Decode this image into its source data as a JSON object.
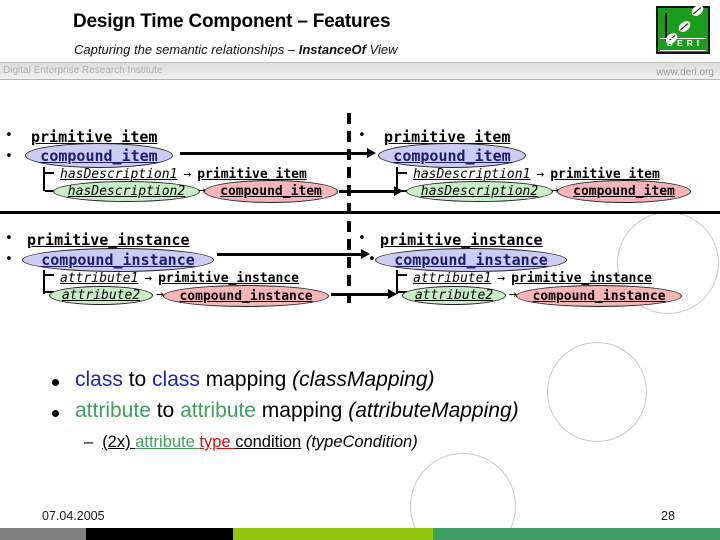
{
  "header": {
    "title": "Design Time Component – Features",
    "subtitle": {
      "prefix": "Capturing the semantic relationships – ",
      "emphasis": "InstanceOf",
      "suffix": " View"
    },
    "band": {
      "institute": "Digital Enterprise Research Institute",
      "website": "www.deri.org"
    },
    "logo_text": "DERI"
  },
  "diagram": {
    "bullet": "•",
    "arrow_glyph": "→",
    "schema": {
      "primitive": "primitive_item",
      "compound": "compound_item",
      "relation1": "hasDescription1",
      "relation2": "hasDescription2"
    },
    "instance": {
      "primitive": "primitive_instance",
      "compound": "compound_instance",
      "relation1": "attribute1",
      "relation2": "attribute2"
    }
  },
  "mappings": [
    {
      "term_a": "class",
      "connector": " to ",
      "term_b": "class",
      "rest": " mapping ",
      "paren": "(classMapping)"
    },
    {
      "term_a": "attribute",
      "connector": " to ",
      "term_b": "attribute",
      "rest": " mapping ",
      "paren": "(attributeMapping)"
    }
  ],
  "sub_bullet": {
    "dash": "–",
    "count": "(2x) ",
    "attribute": "attribute ",
    "type": "type ",
    "condition": "condition",
    "paren": " (typeCondition)"
  },
  "footer": {
    "date": "07.04.2005",
    "page": "28"
  },
  "colors": {
    "term_blue": "#2222bb",
    "term_green": "#3f9e5f",
    "term_red": "#cc1111",
    "ellipse_lavender": "#ccccf2",
    "ellipse_green": "#c8eec6",
    "ellipse_pink": "#f5b5b9",
    "logo_green": "#1c9c1c",
    "bar_gray": "#808080",
    "bar_black": "#000000",
    "bar_lime": "#90c60c",
    "bar_green": "#3e9f64"
  }
}
